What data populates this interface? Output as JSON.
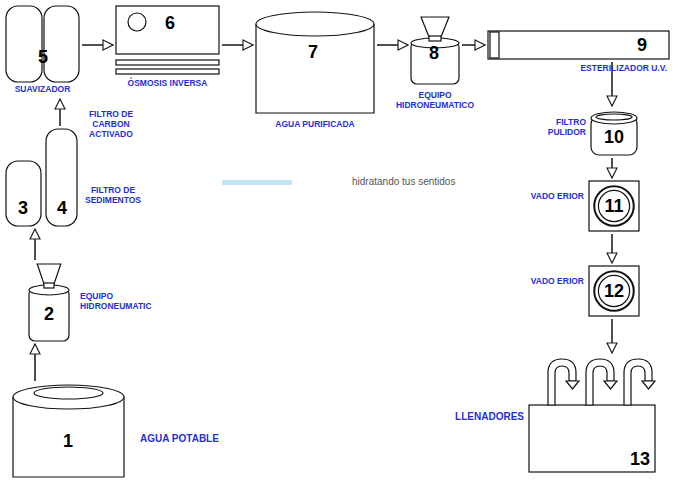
{
  "diagram": {
    "nodes": [
      {
        "text": [
          "1",
          "AGUA POTABLE"
        ]
      },
      {
        "text": [
          "2",
          "EQUIPO HIDRONEUMATIC"
        ]
      },
      {
        "text": [
          "3"
        ]
      },
      {
        "text": [
          "4"
        ]
      },
      {
        "text": [
          "5",
          "SUAVIZADOR"
        ]
      },
      {
        "text": [
          "6",
          "ÓSMOSIS INVERSA"
        ]
      },
      {
        "text": [
          "7",
          "AGUA PURIFICADA"
        ]
      },
      {
        "text": [
          "8",
          "EQUIPO HIDRONEUMATICO"
        ]
      },
      {
        "text": [
          "9",
          "ESTERILIZADOR U.V."
        ]
      },
      {
        "text": [
          "10",
          "FILTRO PULIDOR"
        ]
      },
      {
        "text": [
          "11",
          "VADO ERIOR"
        ]
      },
      {
        "text": [
          "12",
          "VADO ERIOR"
        ]
      },
      {
        "text": [
          "13",
          "LLENADORES"
        ]
      }
    ],
    "edges": [
      {
        "from": 0,
        "to": 1,
        "arrow": "to"
      },
      {
        "from": 1,
        "to": 2,
        "arrow": "to"
      },
      {
        "from": 3,
        "to": 4,
        "arrow": "to"
      },
      {
        "from": 4,
        "to": 5,
        "arrow": "to"
      },
      {
        "from": 5,
        "to": 6,
        "arrow": "to"
      },
      {
        "from": 6,
        "to": 7,
        "arrow": "to"
      },
      {
        "from": 7,
        "to": 8,
        "arrow": "to"
      },
      {
        "from": 8,
        "to": 9,
        "arrow": "to"
      },
      {
        "from": 9,
        "to": 10,
        "arrow": "to"
      },
      {
        "from": 10,
        "to": 11,
        "arrow": "to"
      },
      {
        "from": 11,
        "to": 12,
        "arrow": "to"
      }
    ],
    "labels": [
      "FILTRO DE CARBON ACTIVADO",
      "FILTRO DE SEDIMENTOS",
      "hidratando tus sentidos"
    ]
  }
}
